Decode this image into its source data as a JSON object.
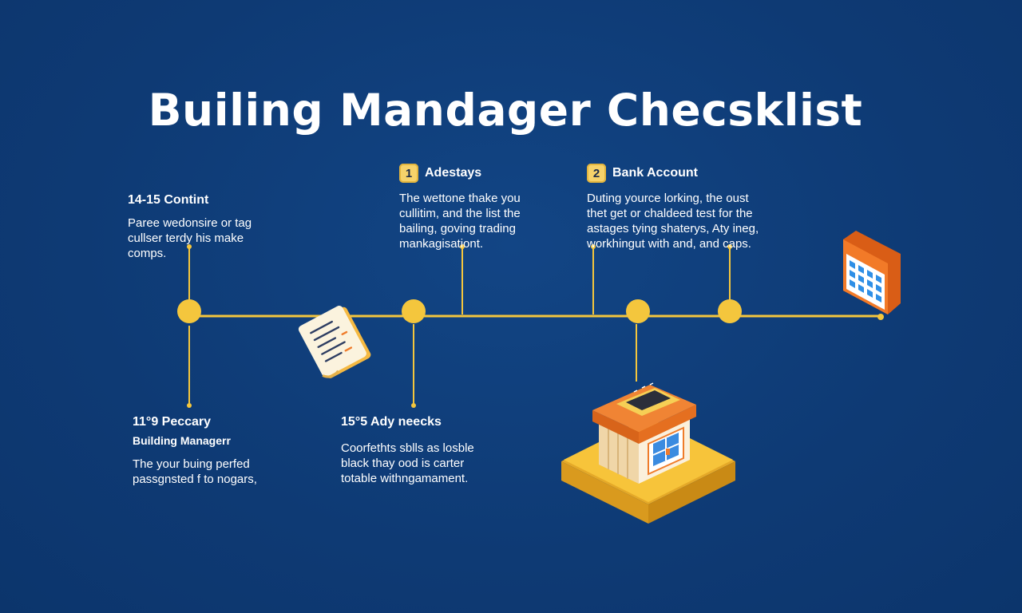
{
  "title": "Builing Mandager Checsklist",
  "colors": {
    "background": "#0f3c79",
    "timeline": "#f4c63d",
    "text": "#ffffff",
    "accent_orange": "#ef7c2b",
    "badge": "#f6d26a"
  },
  "steps": [
    {
      "heading": "14-15 Contint",
      "body": "Paree wedonsire or tag\ncullser terdy his make\ncomps."
    },
    {
      "badge": "1",
      "heading": "Adestays",
      "body": "The wettone thake you\ncullitim, and the list the\nbailing, goving trading\nmankagisationt."
    },
    {
      "badge": "2",
      "heading": "Bank Account",
      "body": "Duting yource lorking, the oust\nthet get or chaldeed test for the\nastages tying shaterys, Aty ineg,\nworkhingut with and, and caps."
    },
    {
      "heading": "11°9 Peccary",
      "subheading": "Building Managerr",
      "body": "The your buing perfed\npassgnsted f to nogars,"
    },
    {
      "heading": "15°5 Ady neecks",
      "body": "Coorfethts sblls as losble\nblack thay ood is carter\ntotable withngamament."
    }
  ],
  "icons": {
    "document": "document-icon",
    "building": "building-icon",
    "calendar": "calendar-icon"
  }
}
